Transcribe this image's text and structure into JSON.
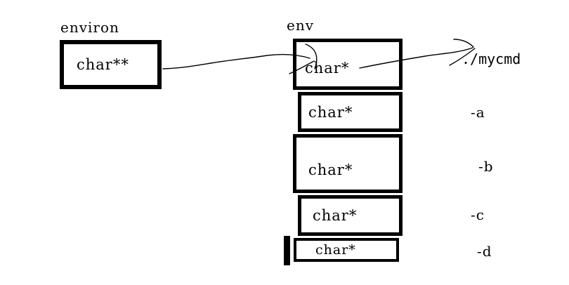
{
  "page": {
    "background_color": "#ffffff",
    "ink_color": "#000000"
  },
  "diagram": {
    "environ": {
      "label": "environ",
      "cell_text": "char**"
    },
    "env": {
      "label": "env",
      "cells": [
        "char*",
        "char*",
        "char*",
        "char*",
        "char*"
      ]
    },
    "arguments": {
      "command": "./mycmd",
      "flags": [
        "-a",
        "-b",
        "-c",
        "-d"
      ]
    },
    "arrows": [
      {
        "name": "arrow-environ-to-env-cell-0"
      },
      {
        "name": "arrow-env-cell-0-to-mycmd"
      }
    ]
  }
}
